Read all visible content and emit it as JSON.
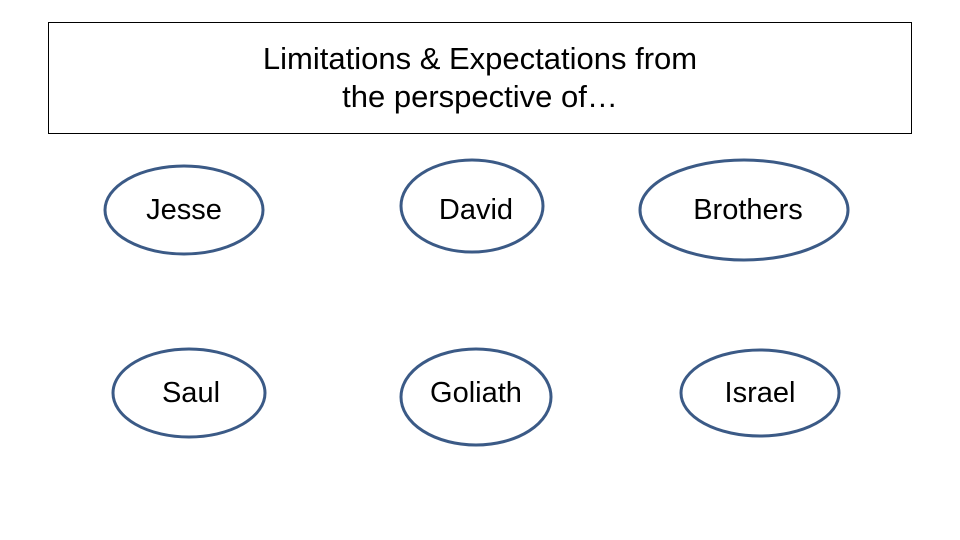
{
  "title": {
    "line1": "Limitations & Expectations from",
    "line2": "the perspective of…"
  },
  "nodes": [
    {
      "id": "jesse",
      "label": "Jesse"
    },
    {
      "id": "david",
      "label": "David"
    },
    {
      "id": "brothers",
      "label": "Brothers"
    },
    {
      "id": "saul",
      "label": "Saul"
    },
    {
      "id": "goliath",
      "label": "Goliath"
    },
    {
      "id": "israel",
      "label": "Israel"
    }
  ],
  "colors": {
    "ellipse_stroke": "#3b5a86",
    "text": "#000000",
    "border": "#000000"
  }
}
